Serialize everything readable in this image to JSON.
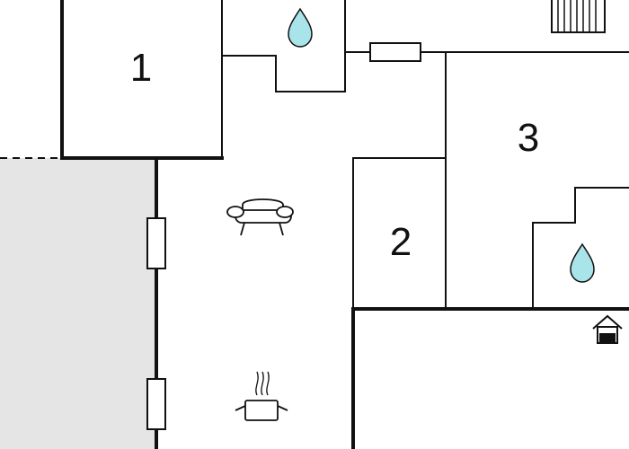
{
  "rooms": [
    {
      "label": "1"
    },
    {
      "label": "2"
    },
    {
      "label": "3"
    }
  ],
  "icons": {
    "water": "water-drop-icon",
    "sofa": "sofa-icon",
    "cooking": "cooking-pot-icon",
    "entrance": "house-entrance-icon",
    "stairs": "stairs-icon"
  },
  "colors": {
    "wall": "#111111",
    "terrace_fill": "#e5e5e5",
    "water": "#a8e4ea",
    "background": "#ffffff"
  }
}
